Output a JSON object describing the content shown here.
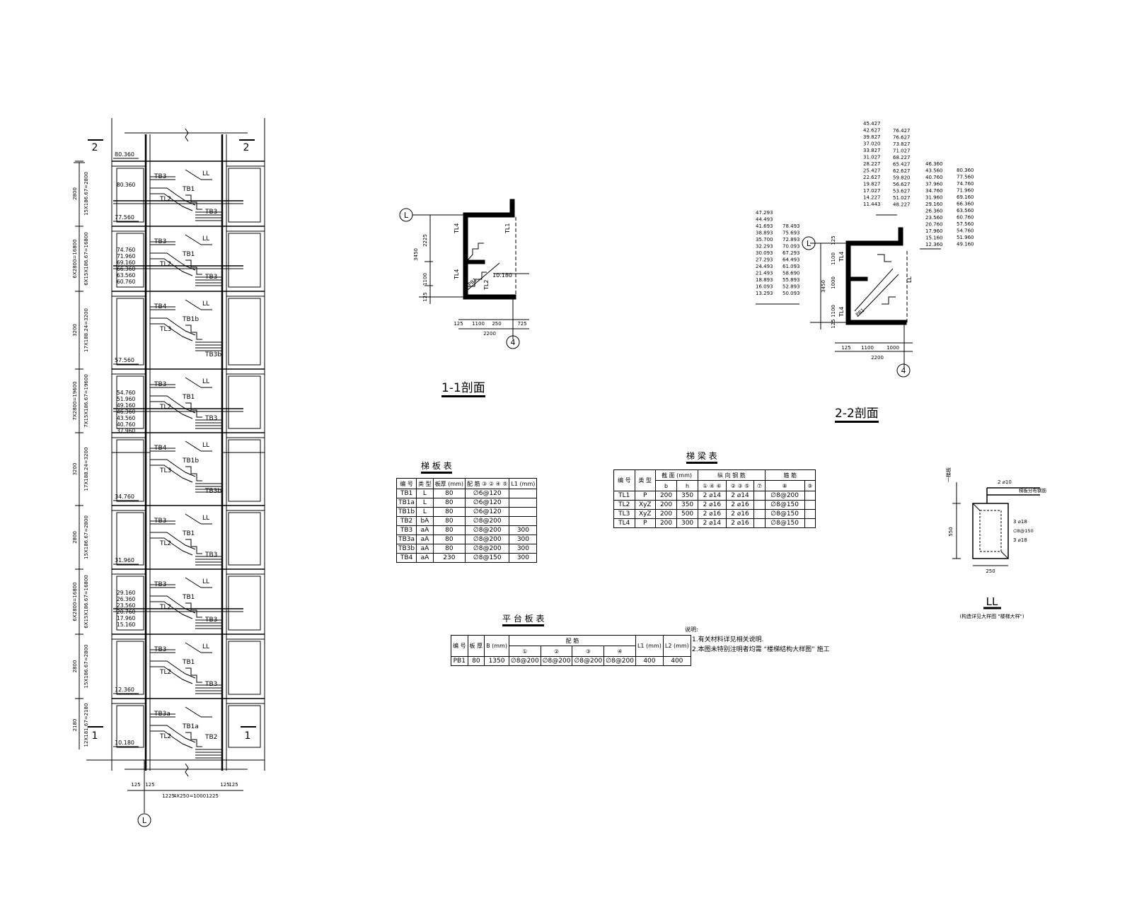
{
  "plan": {
    "section_marks": [
      "2",
      "2",
      "1",
      "1"
    ],
    "axis_label": "L",
    "bottom_dims": [
      "125",
      "125",
      "1225",
      "4X250=1000",
      "1225",
      "125",
      "125"
    ],
    "floors": [
      {
        "height": "2800",
        "formula": "15X186.67=2800",
        "levels": [
          "80.360"
        ],
        "level": "77.560",
        "labels": [
          "TB3",
          "TB1",
          "TL2",
          "TB3",
          "LL"
        ]
      },
      {
        "height": "6X2800=16800",
        "formula": "6X15X186.67=16800",
        "levels": [
          "74.760",
          "71.960",
          "69.160",
          "66.360",
          "63.560",
          "60.760"
        ],
        "labels": [
          "TB3",
          "TB1",
          "TL2",
          "TB3",
          "LL"
        ]
      },
      {
        "height": "3200",
        "formula": "17X188.24=3200",
        "levels": [],
        "level": "57.560",
        "labels": [
          "TB4",
          "TB1b",
          "TL3",
          "TB3b",
          "LL"
        ]
      },
      {
        "height": "7X2800=19600",
        "formula": "7X15X186.67=19600",
        "levels": [
          "54.760",
          "51.960",
          "49.160",
          "46.360",
          "43.560",
          "40.760",
          "37.960"
        ],
        "labels": [
          "TB3",
          "TB1",
          "TL2",
          "TB3",
          "LL"
        ]
      },
      {
        "height": "3200",
        "formula": "17X188.24=3200",
        "levels": [],
        "level": "34.760",
        "labels": [
          "TB4",
          "TB1b",
          "TL3",
          "TB3b",
          "LL"
        ]
      },
      {
        "height": "2800",
        "formula": "15X186.67=2800",
        "levels": [],
        "level": "31.960",
        "labels": [
          "TB3",
          "TB1",
          "TL2",
          "TB3",
          "LL"
        ]
      },
      {
        "height": "6X2800=16800",
        "formula": "6X15X186.67=16800",
        "levels": [
          "29.160",
          "26.360",
          "23.560",
          "20.760",
          "17.960",
          "15.160"
        ],
        "labels": [
          "TB3",
          "TB1",
          "TL2",
          "TB3",
          "LL"
        ]
      },
      {
        "height": "2800",
        "formula": "15X186.67=2800",
        "levels": [],
        "level": "12.360",
        "labels": [
          "TB3",
          "TB1",
          "TL2",
          "TB3",
          "LL"
        ]
      },
      {
        "height": "2180",
        "formula": "12X181.67=2180",
        "levels": [],
        "level": "10.180",
        "labels": [
          "TB3a",
          "TB1a",
          "TL2",
          "TB2",
          ""
        ]
      }
    ]
  },
  "section11": {
    "title": "1-1剖面",
    "axis_top": "L",
    "axis_bottom": "4",
    "left_dims": [
      "2225",
      "3450",
      "1100",
      "125"
    ],
    "bottom_dims": [
      "125",
      "1100",
      "250",
      "725"
    ],
    "total_dim": "2200",
    "level": "10.180",
    "labels": [
      "TL4",
      "TL1",
      "TL4",
      "PB1",
      "TL2"
    ]
  },
  "section22": {
    "title": "2-2剖面",
    "axis_top": "L",
    "axis_bottom": "4",
    "left_dims": [
      "125",
      "1100",
      "3450",
      "1000",
      "1100",
      "125"
    ],
    "bottom_dims": [
      "125",
      "1100",
      "1000"
    ],
    "total_dim": "2200",
    "labels": [
      "TL4",
      "TL4",
      "PB1",
      "LL"
    ],
    "levels_top_a": [
      "45.427",
      "42.627",
      "39.827",
      "37.020",
      "33.827",
      "31.027",
      "28.227",
      "25.427",
      "22.627",
      "19.827",
      "17.027",
      "14.227",
      "11.443"
    ],
    "levels_top_b": [
      "76.427",
      "76.627",
      "73.827",
      "71.027",
      "68.227",
      "65.427",
      "62.627",
      "59.820",
      "56.627",
      "53.627",
      "51.027",
      "48.227"
    ],
    "levels_left_a": [
      "47.293",
      "44.493",
      "41.693",
      "38.893",
      "35.700",
      "32.293",
      "30.093",
      "27.293",
      "24.493",
      "21.493",
      "18.893",
      "16.093",
      "13.293"
    ],
    "levels_left_b": [
      "78.493",
      "75.693",
      "72.893",
      "70.093",
      "67.293",
      "64.493",
      "61.093",
      "58.690",
      "55.893",
      "52.893",
      "50.093"
    ],
    "levels_right_a": [
      "46.360",
      "43.560",
      "40.760",
      "37.960",
      "34.760",
      "31.960",
      "29.160",
      "26.360",
      "23.560",
      "20.760",
      "17.960",
      "15.160",
      "12.360"
    ],
    "levels_right_b": [
      "80.360",
      "77.560",
      "74.760",
      "71.960",
      "69.160",
      "66.360",
      "63.560",
      "60.760",
      "57.560",
      "54.760",
      "51.960",
      "49.160"
    ]
  },
  "stair_slab_table": {
    "title": "梯 板 表",
    "headers": [
      "编 号",
      "类 型",
      "板厚 (mm)",
      "配 筋 ③ ② ④ ⑤",
      "L1 (mm)"
    ],
    "rows": [
      [
        "TB1",
        "L",
        "80",
        "∅6@120",
        ""
      ],
      [
        "TB1a",
        "L",
        "80",
        "∅6@120",
        ""
      ],
      [
        "TB1b",
        "L",
        "80",
        "∅6@120",
        ""
      ],
      [
        "TB2",
        "bA",
        "80",
        "∅8@200",
        ""
      ],
      [
        "TB3",
        "aA",
        "80",
        "∅8@200",
        "300"
      ],
      [
        "TB3a",
        "aA",
        "80",
        "∅8@200",
        "300"
      ],
      [
        "TB3b",
        "aA",
        "80",
        "∅8@200",
        "300"
      ],
      [
        "TB4",
        "aA",
        "230",
        "∅8@150",
        "300"
      ]
    ]
  },
  "stair_beam_table": {
    "title": "梯 梁 表",
    "headers_top": [
      "编 号",
      "类 型",
      "截 面 (mm)",
      "纵 向 钢 筋",
      "箍 筋"
    ],
    "headers_sub": [
      "b",
      "h",
      "① ④ ⑥",
      "② ③ ⑤",
      "⑦",
      "⑧",
      "⑨"
    ],
    "rows": [
      [
        "TL1",
        "P",
        "200",
        "350",
        "2 ⌀14",
        "2 ⌀14",
        "",
        "∅8@200",
        ""
      ],
      [
        "TL2",
        "XyZ",
        "200",
        "350",
        "2 ⌀16",
        "2 ⌀16",
        "",
        "∅8@150",
        ""
      ],
      [
        "TL3",
        "XyZ",
        "200",
        "500",
        "2 ⌀16",
        "2 ⌀16",
        "",
        "∅8@150",
        ""
      ],
      [
        "TL4",
        "P",
        "200",
        "300",
        "2 ⌀14",
        "2 ⌀16",
        "",
        "∅8@150",
        ""
      ]
    ]
  },
  "platform_slab_table": {
    "title": "平 台 板 表",
    "headers_top": [
      "编 号",
      "板 厚",
      "B (mm)",
      "配 筋",
      "L1 (mm)",
      "L2 (mm)"
    ],
    "headers_sub": [
      "①",
      "②",
      "③",
      "④"
    ],
    "rows": [
      [
        "PB1",
        "80",
        "1350",
        "∅8@200",
        "∅8@200",
        "∅8@200",
        "∅8@200",
        "400",
        "400"
      ]
    ]
  },
  "notes": {
    "heading": "说明:",
    "lines": [
      "1.有关材料详见相关说明.",
      "2.本图未特别注明者均需 “楼梯结构大样图” 施工"
    ]
  },
  "ll_detail": {
    "title": "LL",
    "subtitle": "(构造详见大样图 \"楼梯大样\")",
    "labels": [
      "一梯板",
      "2 ⌀10",
      "梯板分布钢筋",
      "3 ⌀18",
      "∅8@150",
      "3 ⌀18"
    ],
    "dim_h": "550",
    "dim_w": "250"
  }
}
